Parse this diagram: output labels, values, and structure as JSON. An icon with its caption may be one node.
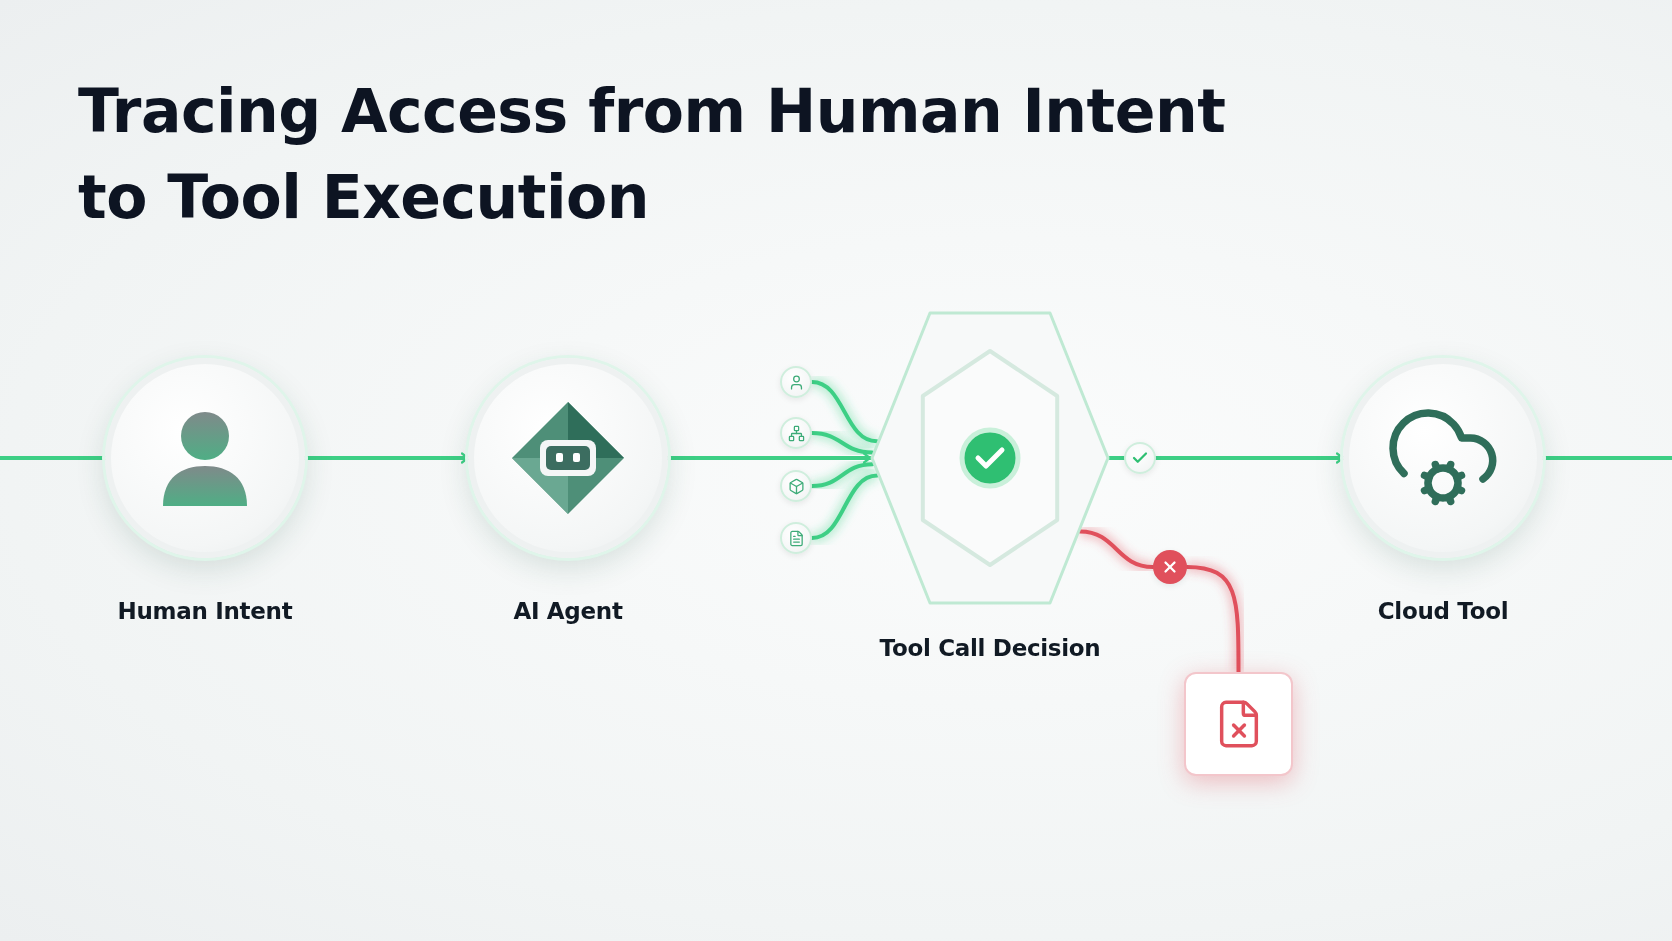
{
  "diagram": {
    "title": "Tracing Access from Human Intent to Tool Execution",
    "nodes": [
      {
        "text": [
          "Human Intent"
        ]
      },
      {
        "text": [
          "AI Agent"
        ]
      },
      {
        "text": [],
        "shape": "circle"
      },
      {
        "text": [],
        "shape": "circle"
      },
      {
        "text": [],
        "shape": "circle"
      },
      {
        "text": [],
        "shape": "circle"
      },
      {
        "text": [
          "Tool Call Decision"
        ]
      },
      {
        "text": [],
        "shape": "circle"
      },
      {
        "text": [
          "Cloud Tool"
        ]
      },
      {
        "text": [],
        "shape": "circle"
      },
      {
        "text": [],
        "shape": "box"
      }
    ],
    "edges": [
      {
        "from": null,
        "to": 0,
        "arrow": "none"
      },
      {
        "from": 0,
        "to": 1,
        "arrow": "to"
      },
      {
        "from": 1,
        "to": 6,
        "arrow": "to"
      },
      {
        "from": 2,
        "to": 6,
        "arrow": "none"
      },
      {
        "from": 3,
        "to": 6,
        "arrow": "none"
      },
      {
        "from": 4,
        "to": 6,
        "arrow": "none"
      },
      {
        "from": 5,
        "to": 6,
        "arrow": "none"
      },
      {
        "from": 6,
        "to": 7,
        "arrow": "none"
      },
      {
        "from": 7,
        "to": 8,
        "arrow": "to"
      },
      {
        "from": 8,
        "to": null,
        "arrow": "none"
      },
      {
        "from": 6,
        "to": 9,
        "arrow": "none",
        "color": "#e0505c"
      },
      {
        "from": 9,
        "to": 10,
        "arrow": "none",
        "color": "#e0505c"
      }
    ]
  }
}
